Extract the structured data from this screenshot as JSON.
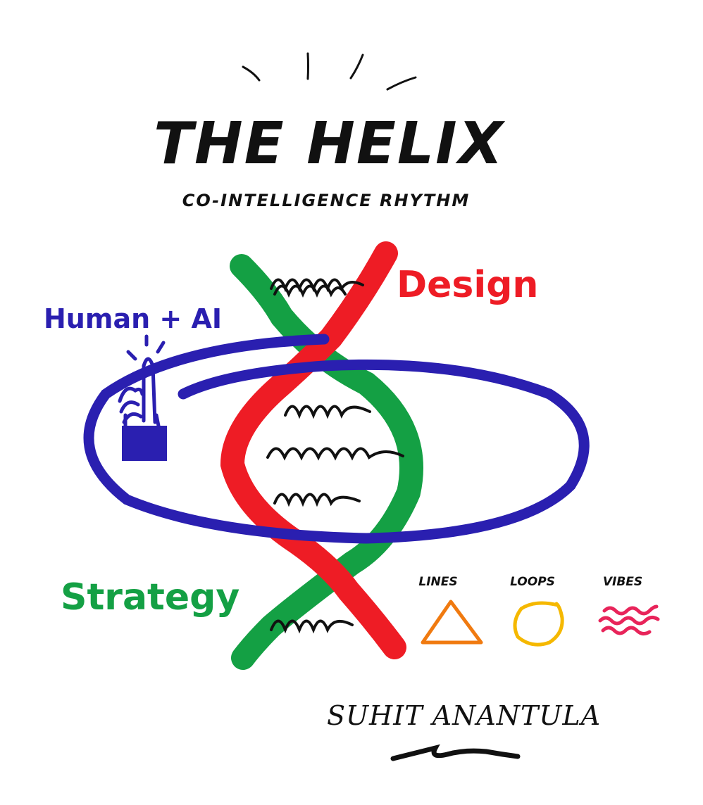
{
  "title": "THE HELIX",
  "subtitle": "CO-INTELLIGENCE RHYTHM",
  "labels": {
    "design": "Design",
    "human_ai": "Human + AI",
    "strategy": "Strategy"
  },
  "legend": [
    {
      "label": "LINES",
      "shape": "triangle-icon",
      "color": "#f07a10"
    },
    {
      "label": "LOOPS",
      "shape": "circle-icon",
      "color": "#f5b800"
    },
    {
      "label": "VIBES",
      "shape": "wave-icon",
      "color": "#e8245a"
    }
  ],
  "signature": "SUHIT ANANTULA",
  "colors": {
    "title": "#111111",
    "design": "#ee1c25",
    "strategy": "#14a044",
    "human_ai": "#2a1fb0",
    "scribble": "#111111"
  }
}
